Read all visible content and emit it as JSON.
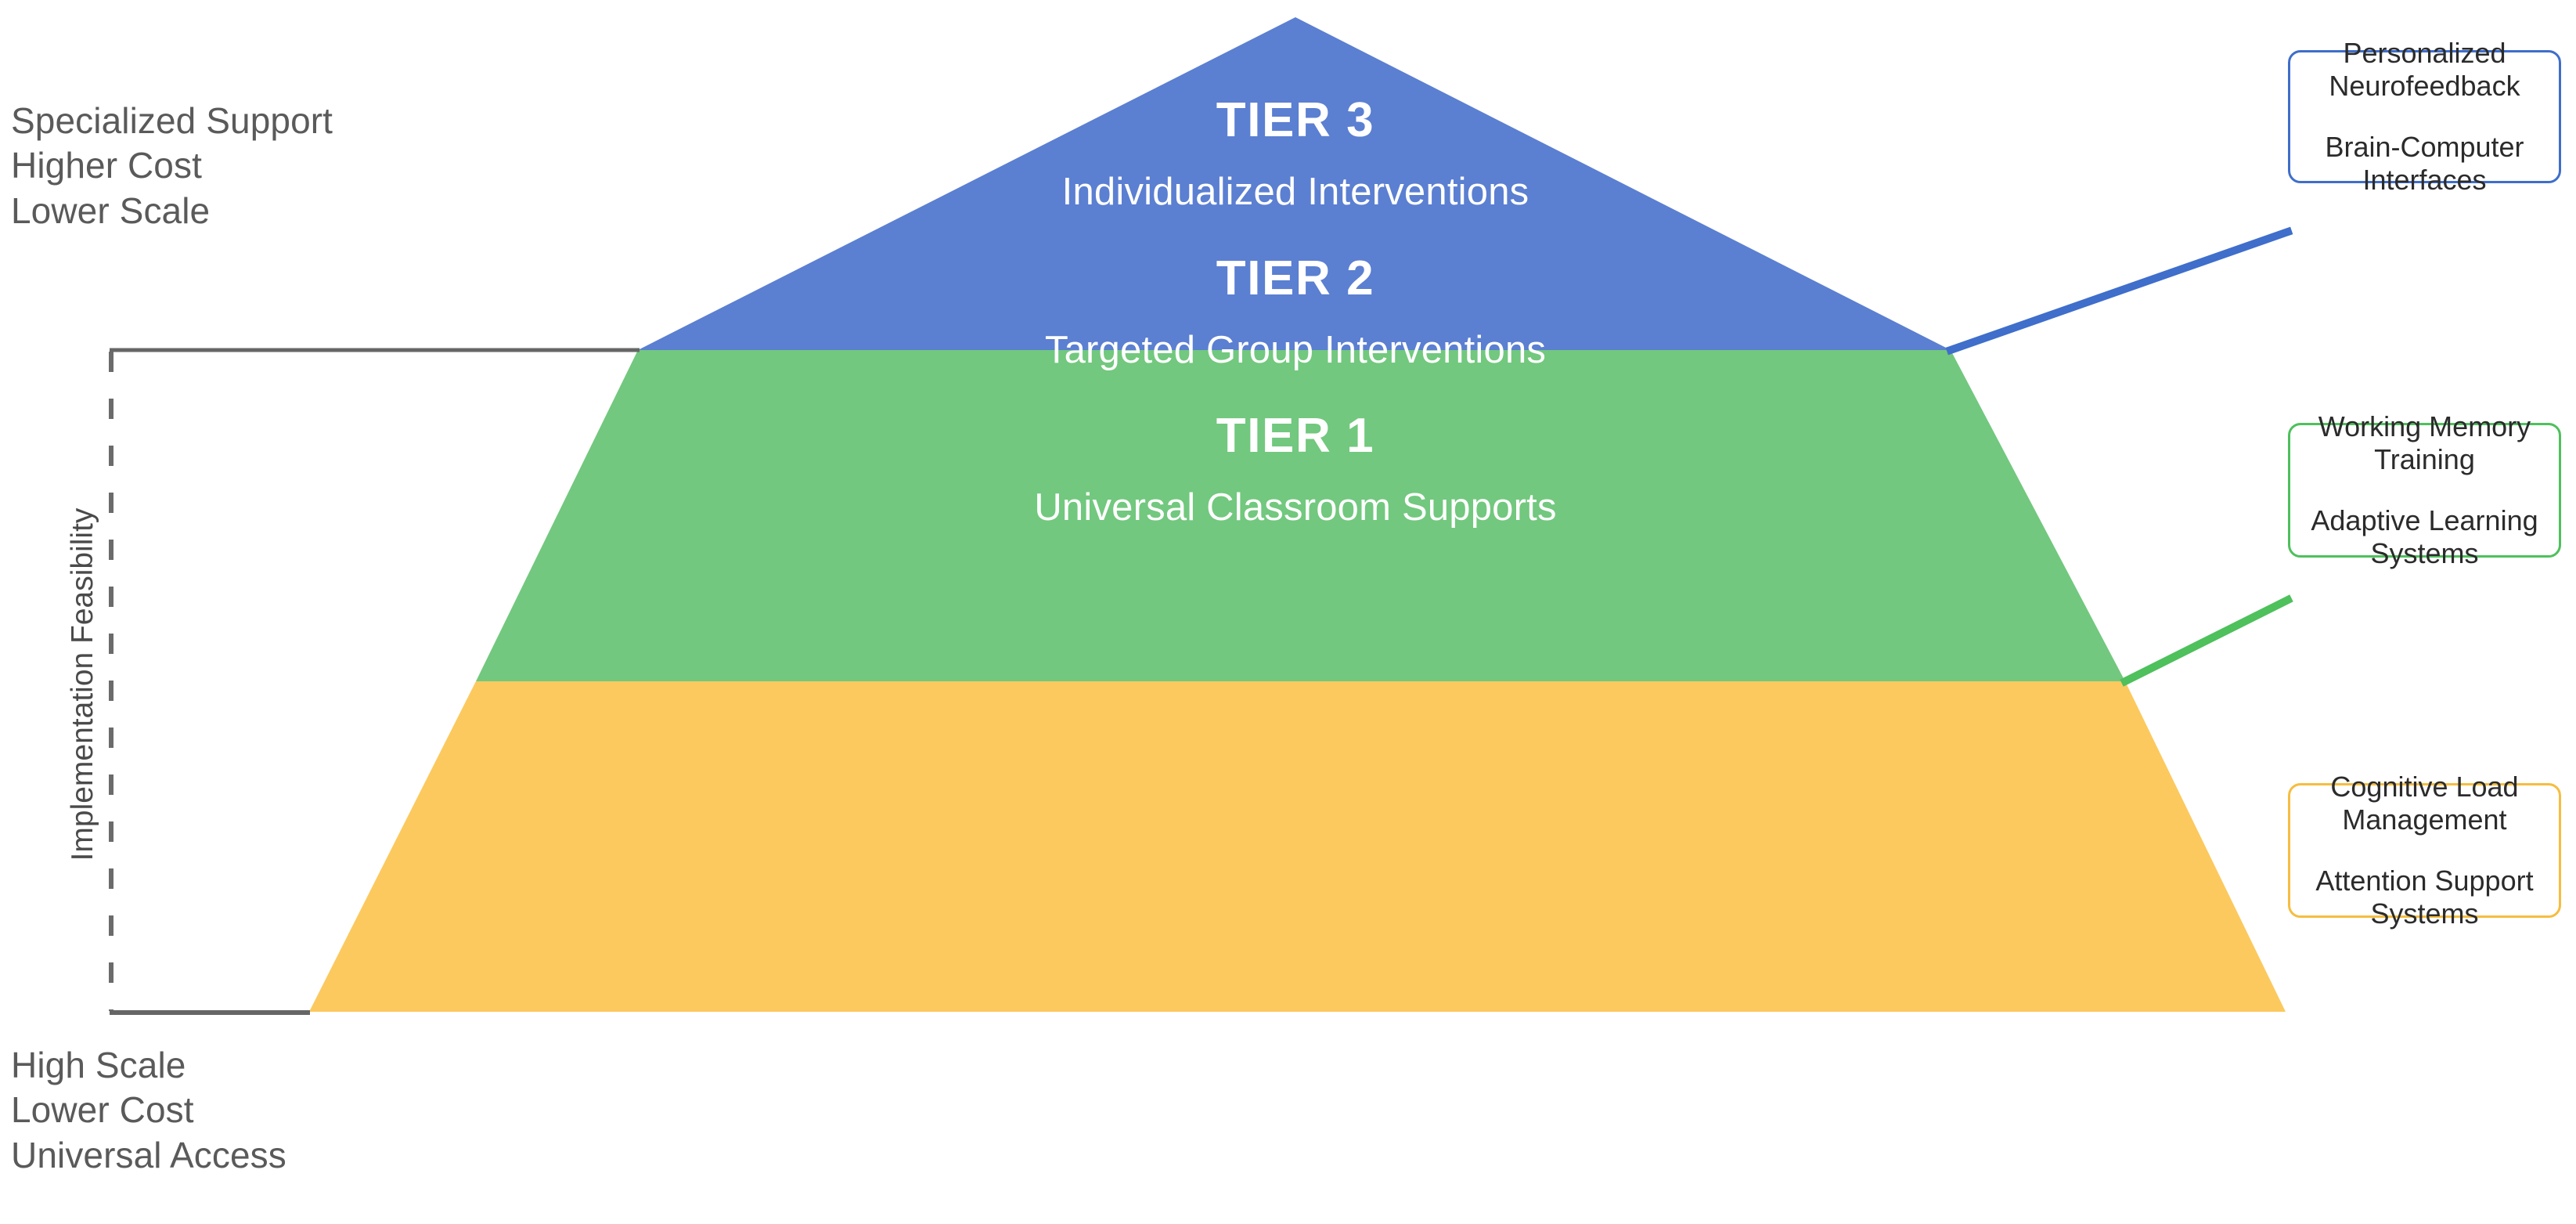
{
  "diagram": {
    "title": "Tiered Intervention Pyramid",
    "axis": {
      "label": "Implementation Feasibility",
      "top_notes": [
        "Specialized Support",
        "Higher Cost",
        "Lower Scale"
      ],
      "bottom_notes": [
        "High Scale",
        "Lower Cost",
        "Universal Access"
      ]
    },
    "tiers": [
      {
        "id": "tier3",
        "title": "TIER 3",
        "subtitle": "Individualized Interventions",
        "color": "#5b7fd1",
        "callout": {
          "border_color": "#3f6ecb",
          "items": [
            "Personalized Neurofeedback",
            "Brain-Computer Interfaces"
          ]
        }
      },
      {
        "id": "tier2",
        "title": "TIER 2",
        "subtitle": "Targeted Group Interventions",
        "color": "#72c87e",
        "callout": {
          "border_color": "#4ec05c",
          "items": [
            "Working Memory Training",
            "Adaptive Learning Systems"
          ]
        }
      },
      {
        "id": "tier1",
        "title": "TIER 1",
        "subtitle": "Universal Classroom Supports",
        "color": "#fcc95e",
        "callout": {
          "border_color": "#f6bd41",
          "items": [
            "Cognitive Load Management",
            "Attention Support Systems"
          ]
        }
      }
    ],
    "colors": {
      "tier3": "#5b7fd1",
      "tier2": "#72c87e",
      "tier1": "#fcc95e",
      "axis_line": "#666666",
      "text_muted": "#5a5a5a",
      "background": "#ffffff"
    }
  }
}
